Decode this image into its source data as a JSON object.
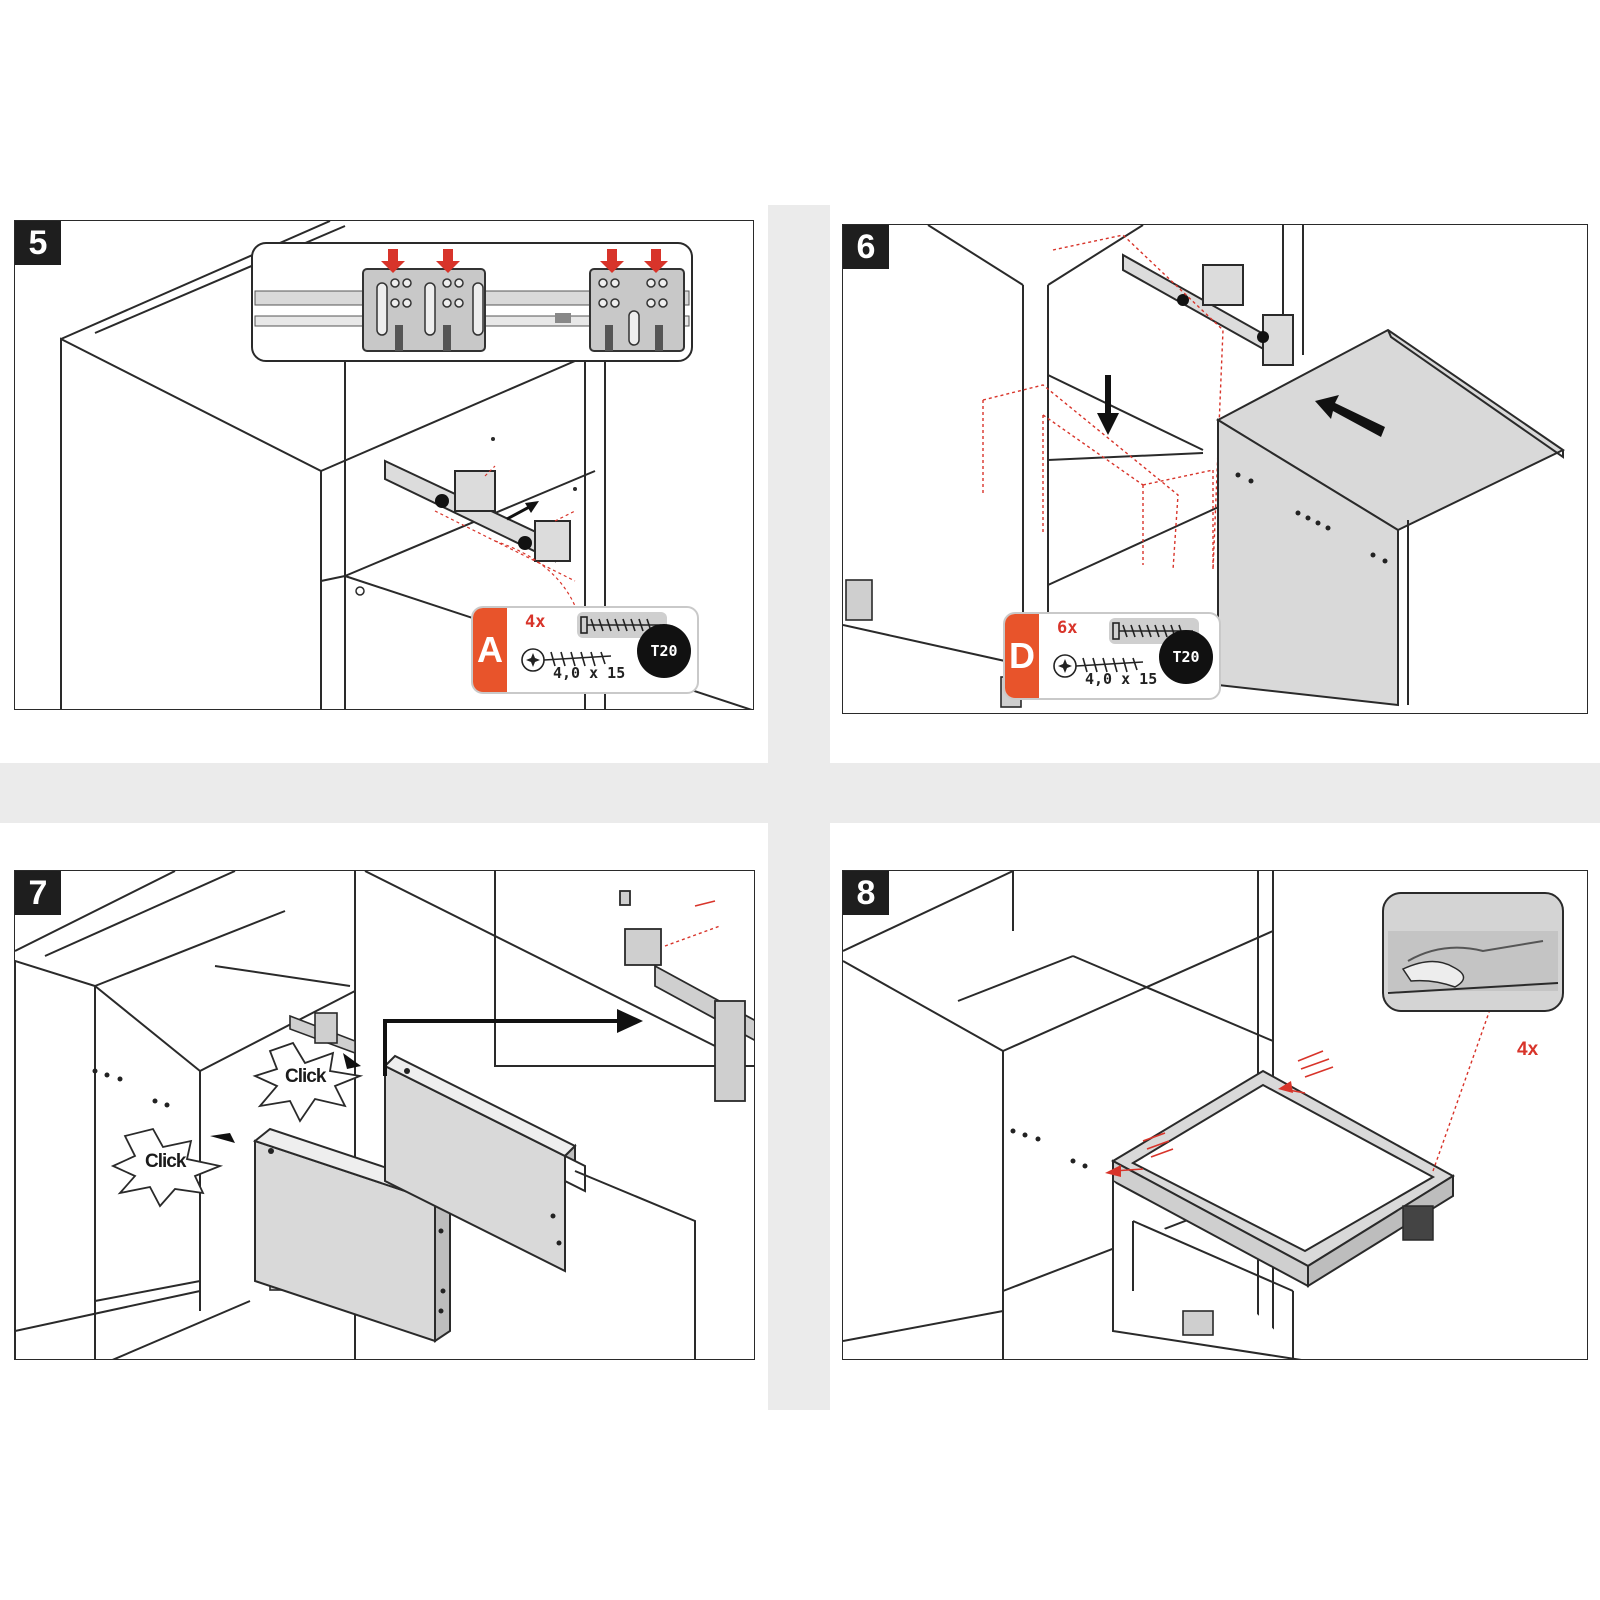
{
  "steps": [
    {
      "number": "5",
      "hardware": {
        "letter": "A",
        "quantity": "4x",
        "size": "4,0 x 15",
        "tool": "T20"
      }
    },
    {
      "number": "6",
      "hardware": {
        "letter": "D",
        "quantity": "6x",
        "size": "4,0 x 15",
        "tool": "T20"
      }
    },
    {
      "number": "7",
      "click_labels": [
        "Click",
        "Click"
      ]
    },
    {
      "number": "8",
      "count_label": "4x"
    }
  ],
  "colors": {
    "line": "#2a2a2a",
    "accent_red": "#d8342a",
    "badge_orange": "#e8542b",
    "panel_gray": "#d9d9d9",
    "separator": "#ebebeb"
  }
}
